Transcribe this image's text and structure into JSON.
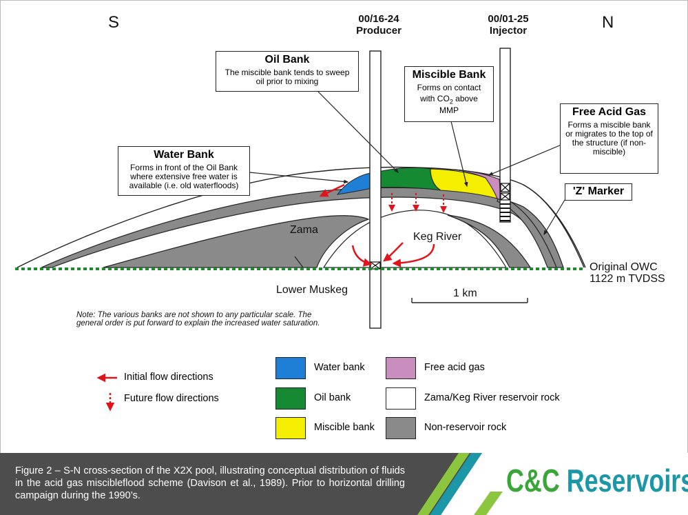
{
  "directions": {
    "south": "S",
    "north": "N"
  },
  "wells": {
    "producer": {
      "id": "00/16-24",
      "role": "Producer"
    },
    "injector": {
      "id": "00/01-25",
      "role": "Injector"
    }
  },
  "callouts": {
    "oil_bank": {
      "title": "Oil Bank",
      "text": "The miscible bank tends to sweep oil prior to mixing"
    },
    "miscible_bank": {
      "title": "Miscible Bank",
      "text_1": "Forms on contact",
      "text_2_pre": "with CO",
      "text_2_sub": "2",
      "text_2_post": " above",
      "text_3": "MMP"
    },
    "water_bank": {
      "title": "Water Bank",
      "text": "Forms in front of the Oil Bank where extensive free water is available (i.e. old waterfloods)"
    },
    "free_acid_gas": {
      "title": "Free Acid Gas",
      "text": "Forms a miscible bank or migrates to the top of the structure (if non-miscible)"
    },
    "z_marker": {
      "title": "'Z' Marker"
    }
  },
  "formations": {
    "zama": "Zama",
    "keg_river": "Keg River",
    "lower_muskeg": "Lower Muskeg"
  },
  "owc": {
    "line1": "Original OWC",
    "line2": "1122 m TVDSS"
  },
  "scale_bar": {
    "label": "1 km"
  },
  "note": "Note: The various banks are not shown to any particular scale. The general order is put forward to explain the increased water saturation.",
  "legend": {
    "initial_flow": "Initial flow directions",
    "future_flow": "Future flow directions",
    "items": [
      {
        "label": "Water bank",
        "color": "#1f7fd6"
      },
      {
        "label": "Oil bank",
        "color": "#168a32"
      },
      {
        "label": "Miscible bank",
        "color": "#f4ef00"
      },
      {
        "label": "Free acid gas",
        "color": "#c98ebd"
      },
      {
        "label": "Zama/Keg River reservoir rock",
        "color": "#ffffff"
      },
      {
        "label": "Non-reservoir rock",
        "color": "#8a8a8a"
      }
    ]
  },
  "colors": {
    "flow_arrow": "#e0141a",
    "owc_line": "#1e8a2e",
    "shale": "#8a8a8a",
    "caption_bg": "#4d4d4d",
    "logo_green": "#3aa63a",
    "logo_teal": "#1b97a8",
    "logo_lime": "#8cc63f"
  },
  "caption": "Figure 2 – S-N cross-section of the X2X pool, illustrating conceptual distribution of fluids in the acid gas miscibleflood scheme (Davison et al., 1989). Prior to horizontal drilling campaign during the 1990’s.",
  "logo": {
    "amp": "C&C",
    "word": "Reservoirs"
  }
}
